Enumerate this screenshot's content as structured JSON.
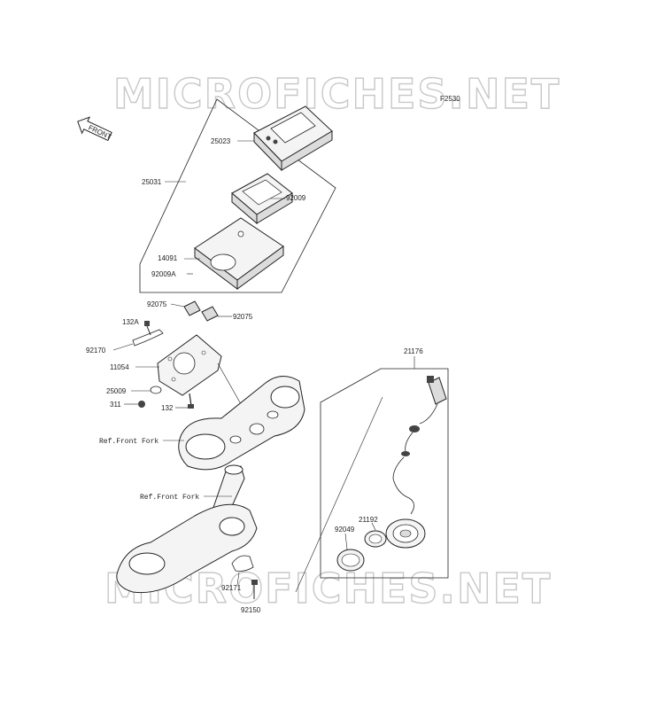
{
  "watermark": "MICROFICHES.NET",
  "figure_code": "F2530",
  "front_label": "FRONT",
  "labels": {
    "p25023": "25023",
    "p25031": "25031",
    "p92009": "92009",
    "p14091": "14091",
    "p92009A": "92009A",
    "p92075a": "92075",
    "p92075b": "92075",
    "p132A": "132A",
    "p92170": "92170",
    "p11054": "11054",
    "p25009": "25009",
    "p311": "311",
    "p132": "132",
    "ref_front_fork_1": "Ref.Front Fork",
    "ref_front_fork_2": "Ref.Front Fork",
    "p21176": "21176",
    "p21192": "21192",
    "p92049": "92049",
    "p92171": "92171",
    "p92150": "92150"
  }
}
